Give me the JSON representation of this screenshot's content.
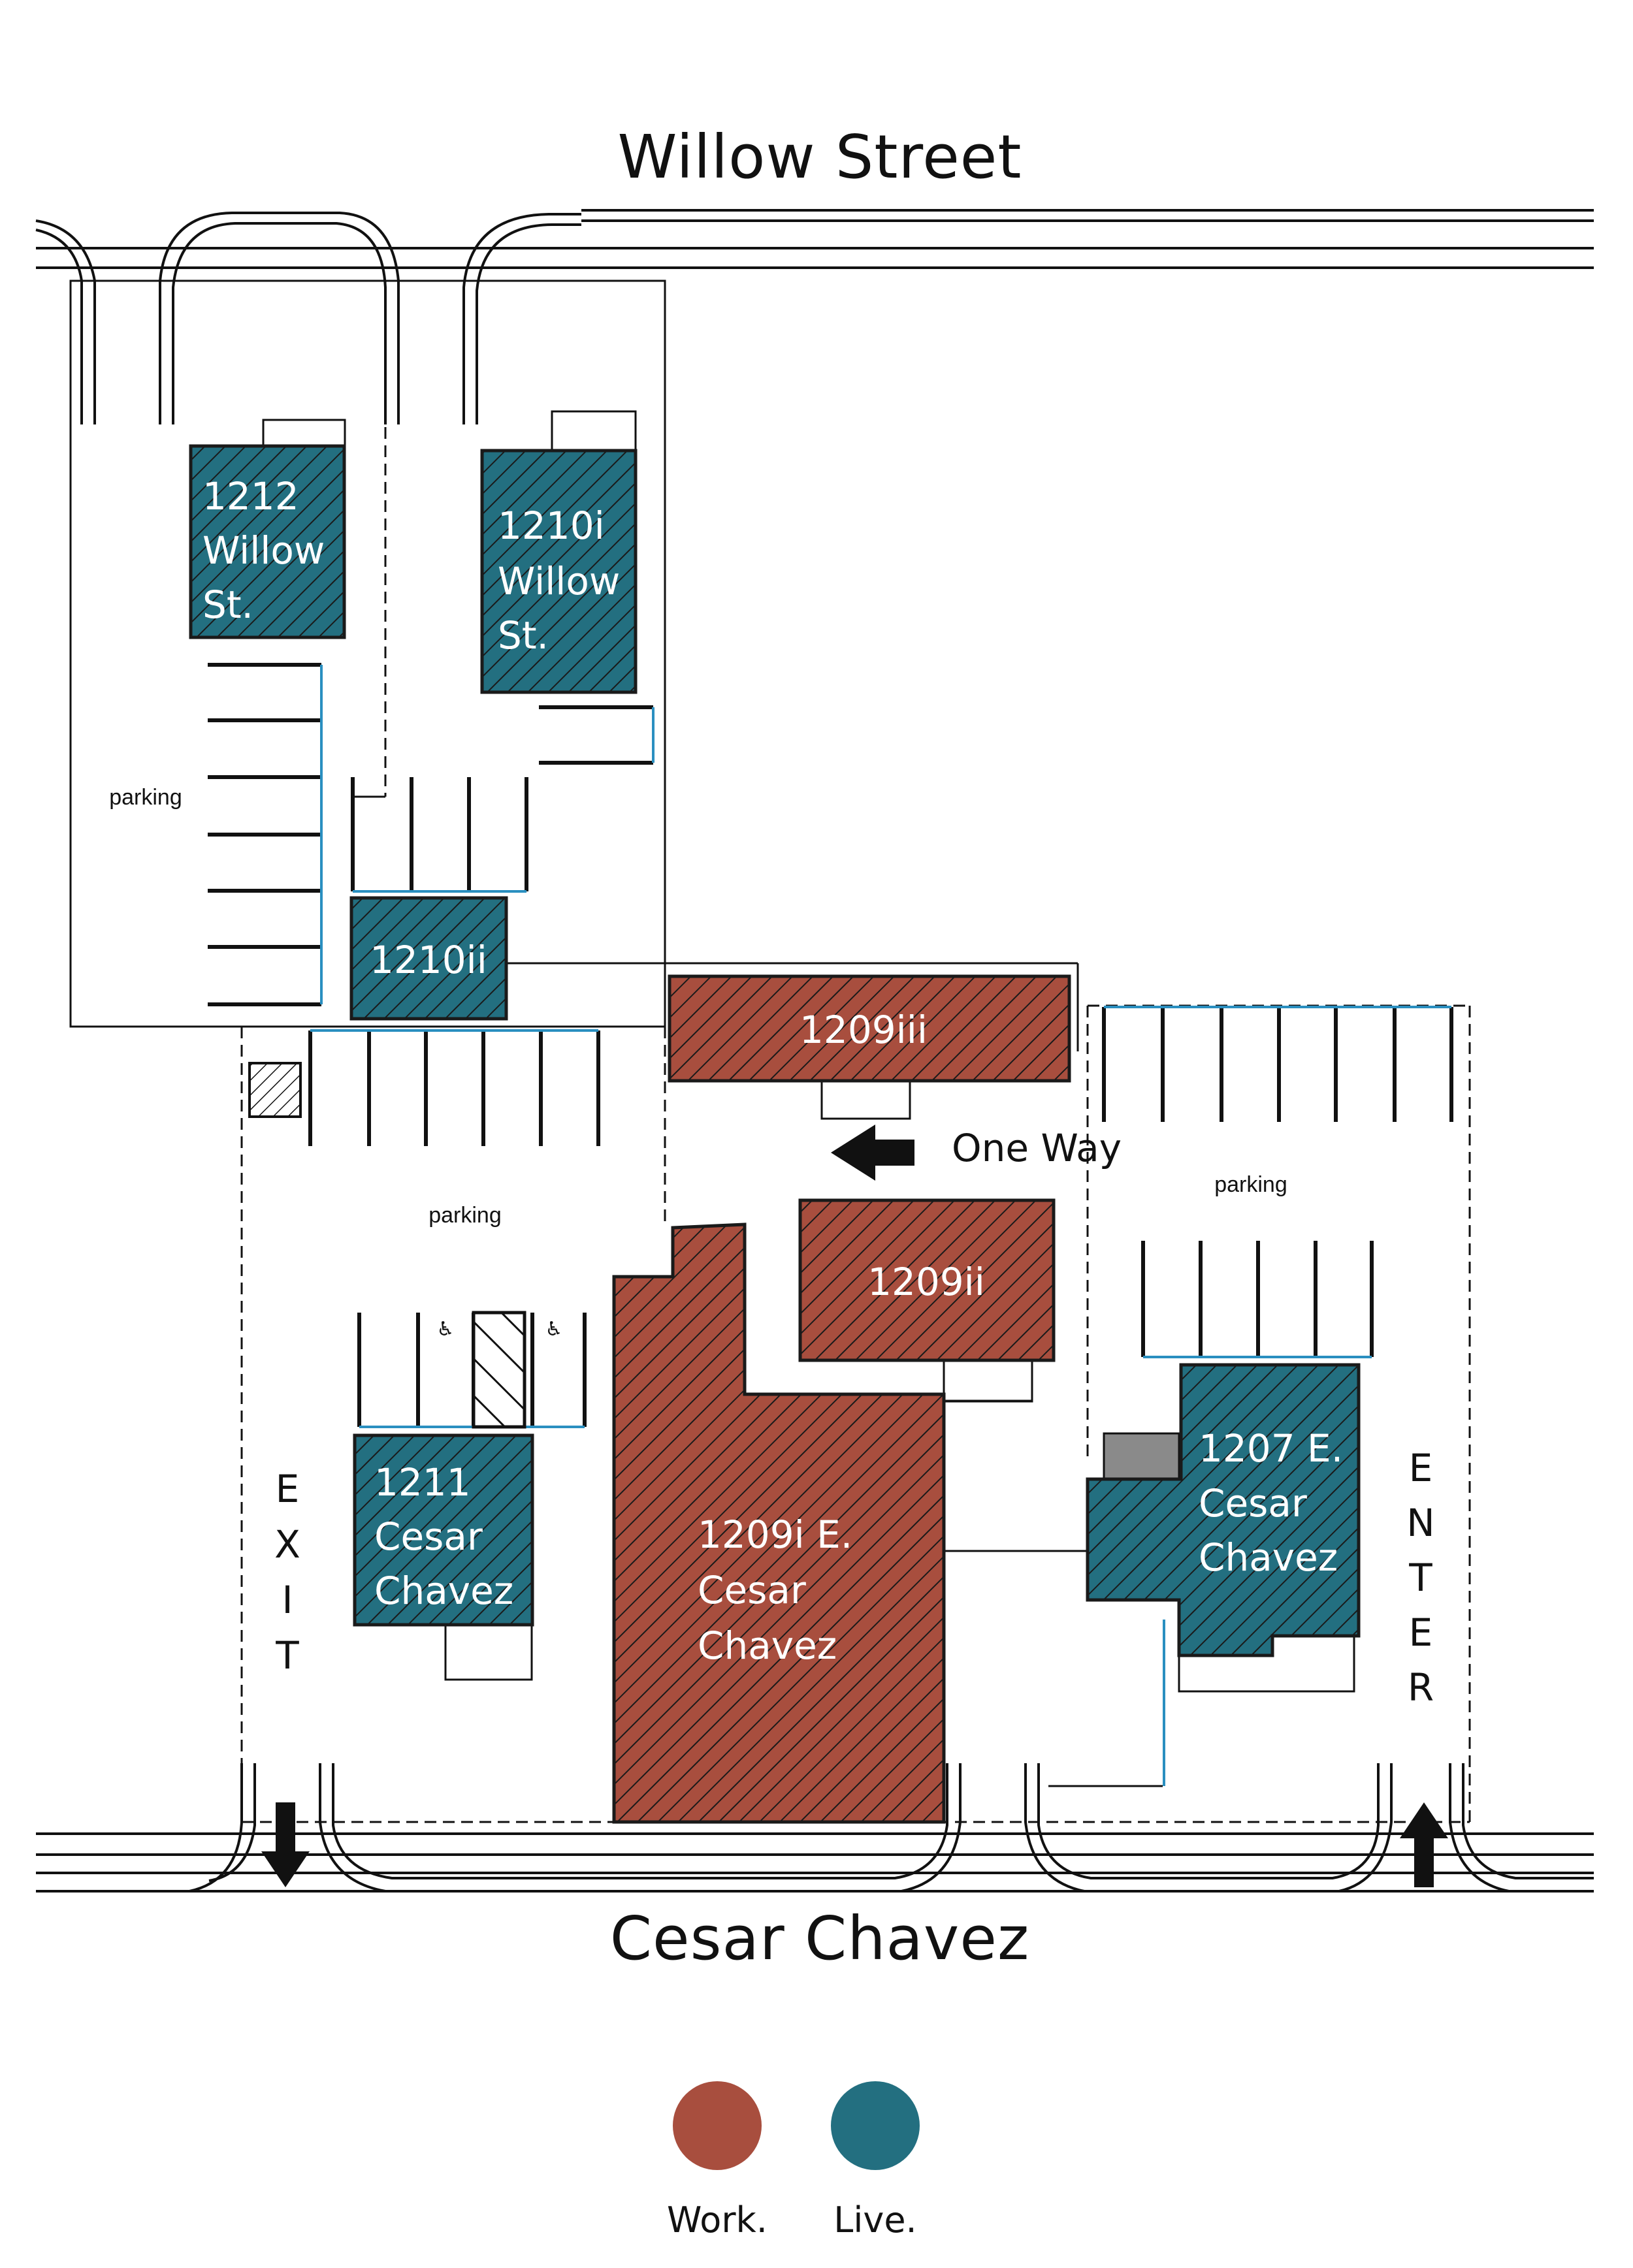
{
  "streets": {
    "north": "Willow Street",
    "south": "Cesar Chavez"
  },
  "buildings": [
    {
      "id": "1212",
      "lines": [
        "1212",
        "Willow",
        "St."
      ],
      "use": "live"
    },
    {
      "id": "1210i",
      "lines": [
        "1210i",
        "Willow",
        "St."
      ],
      "use": "live"
    },
    {
      "id": "1210ii",
      "lines": [
        "1210ii"
      ],
      "use": "live"
    },
    {
      "id": "1209iii",
      "lines": [
        "1209iii"
      ],
      "use": "work"
    },
    {
      "id": "1209ii",
      "lines": [
        "1209ii"
      ],
      "use": "work"
    },
    {
      "id": "1209i",
      "lines": [
        "1209i E.",
        "Cesar",
        "Chavez"
      ],
      "use": "work"
    },
    {
      "id": "1211",
      "lines": [
        "1211",
        "Cesar",
        "Chavez"
      ],
      "use": "live"
    },
    {
      "id": "1207",
      "lines": [
        "1207 E.",
        "Cesar",
        "Chavez"
      ],
      "use": "live"
    }
  ],
  "lots": {
    "parking_label": "parking"
  },
  "traffic": {
    "one_way": "One Way",
    "exit_letters": [
      "E",
      "X",
      "I",
      "T"
    ],
    "enter_letters": [
      "E",
      "N",
      "T",
      "E",
      "R"
    ]
  },
  "legend": {
    "work": {
      "label": "Work.",
      "color": "#a84e3e"
    },
    "live": {
      "label": "Live.",
      "color": "#236f80"
    }
  },
  "colors": {
    "work": "#a84e3e",
    "live": "#236f80",
    "hatch": "#1a1a1a",
    "curb_blue": "#2a8fc0"
  }
}
